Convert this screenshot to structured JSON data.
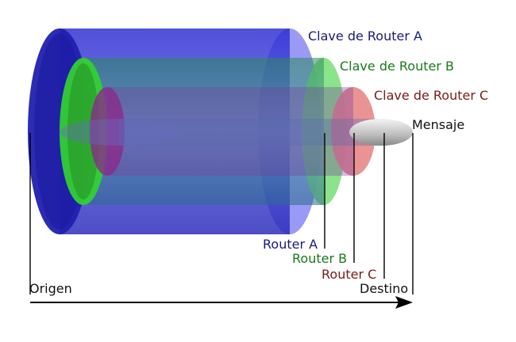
{
  "layers": [
    {
      "key": "a",
      "label": "Clave de Router A",
      "router": "Router A",
      "color": "#0000c8",
      "label_color": "#1a1a7a"
    },
    {
      "key": "b",
      "label": "Clave de Router B",
      "router": "Router B",
      "color": "#22b022",
      "label_color": "#1a7a1a"
    },
    {
      "key": "c",
      "label": "Clave de Router C",
      "router": "Router C",
      "color": "#d02020",
      "label_color": "#7a1a1a"
    }
  ],
  "message": {
    "label": "Mensaje",
    "color": "#b0b0b0"
  },
  "axis": {
    "origin_label": "Origen",
    "destination_label": "Destino"
  }
}
